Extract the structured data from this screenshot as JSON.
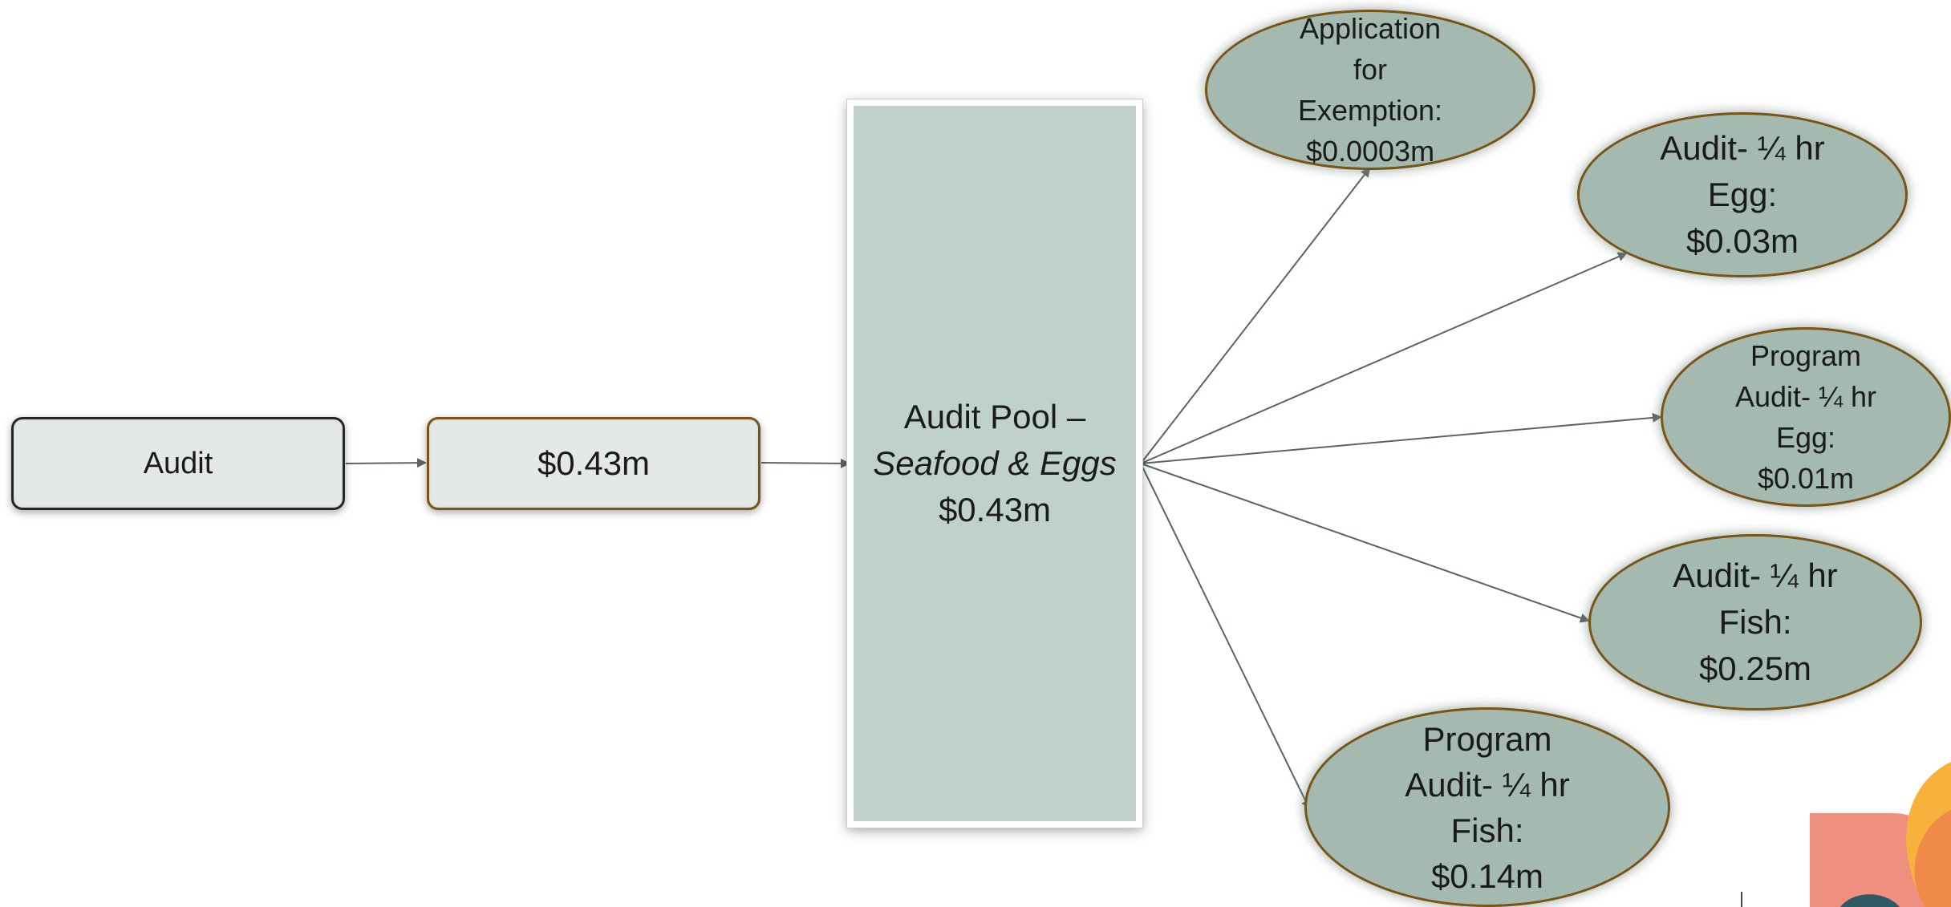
{
  "nodes": {
    "audit": {
      "label": "Audit"
    },
    "amount": {
      "label": "$0.43m"
    },
    "pool": {
      "line1": "Audit Pool –",
      "line2": "Seafood & Eggs",
      "line3": "$0.43m"
    },
    "exemption": {
      "line1": "Application",
      "line2": "for",
      "line3": "Exemption:",
      "line4": "$0.0003m"
    },
    "audit_egg": {
      "line1": "Audit- ¼ hr",
      "line2": "Egg:",
      "line3": "$0.03m"
    },
    "program_egg": {
      "line1": "Program",
      "line2": "Audit- ¼ hr",
      "line3": "Egg:",
      "line4": "$0.01m"
    },
    "audit_fish": {
      "line1": "Audit- ¼ hr",
      "line2": "Fish:",
      "line3": "$0.25m"
    },
    "program_fish": {
      "line1": "Program",
      "line2": "Audit- ¼ hr",
      "line3": "Fish:",
      "line4": "$0.14m"
    }
  },
  "colors": {
    "node_fill": "#e4e9e7",
    "pool_fill": "#bfd1c9",
    "ellipse_fill": "#a4bab0",
    "ellipse_border": "#7a5414",
    "arrow": "#5a6468",
    "deco_pink": "#ef8f80",
    "deco_orange": "#f08a4b",
    "deco_yellow": "#f7b13c",
    "deco_teal": "#2f5a63"
  }
}
